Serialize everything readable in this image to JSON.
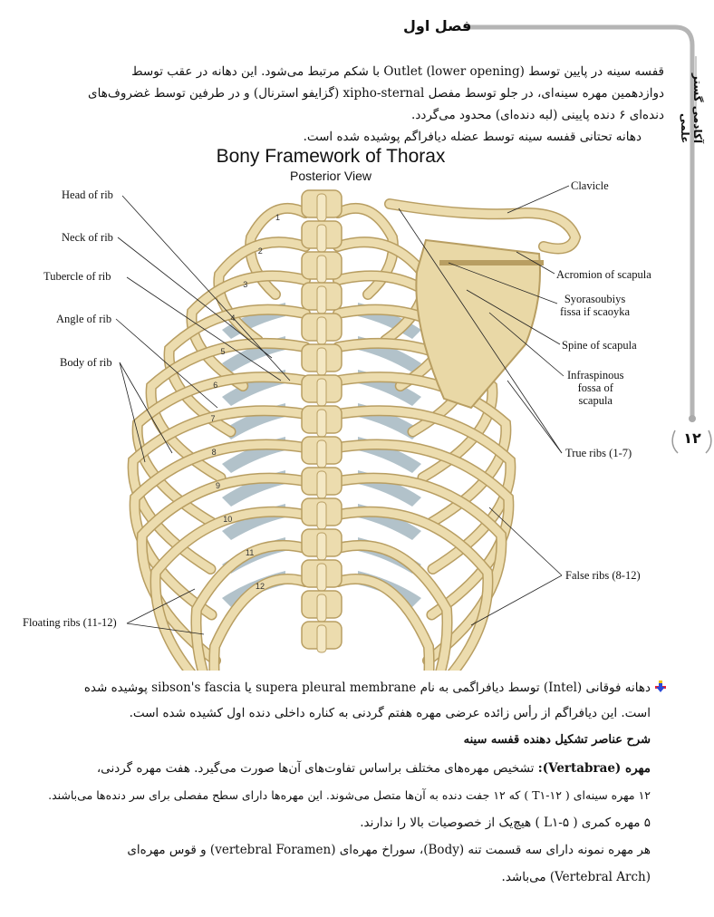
{
  "header": {
    "chapter_title": "فصل اول",
    "side_title": "آکادمی گستر علمی",
    "page_number": "۱۲"
  },
  "intro": {
    "lines": [
      "قفسه سینه در پایین توسط Outlet (lower opening) با شکم مرتبط می‌شود. این دهانه در عقب توسط",
      "دوازدهمین مهره سینه‌ای، در جلو توسط مفصل xipho-sternal (گزایفو استرنال) و در طرفین توسط غضروف‌های",
      "دنده‌ای ۶ دنده پایینی (لبه دنده‌ای) محدود می‌گردد.",
      "دهانه تحتانی قفسه سینه توسط عضله دیافراگم پوشیده شده است."
    ]
  },
  "figure": {
    "title": "Bony Framework of Thorax",
    "subtitle": "Posterior View",
    "left_labels": [
      "Head of rib",
      "Neck of rib",
      "Tubercle of rib",
      "Angle of rib",
      "Body of rib",
      "Floating ribs (11-12)"
    ],
    "right_labels": [
      "Clavicle",
      "Acromion of scapula",
      "Syorasoubiys\nfissa if scaoyka",
      "Spine of scapula",
      "Infraspinous\nfossa of\nscapula",
      "True ribs (1-7)",
      "False ribs (8-12)"
    ],
    "rib_numbers": [
      "1",
      "2",
      "3",
      "4",
      "5",
      "6",
      "7",
      "8",
      "9",
      "10",
      "11",
      "12"
    ],
    "colors": {
      "bone": "#ecdcae",
      "bone_edge": "#b89e62",
      "cartilage": "#9fb3bd"
    }
  },
  "body": {
    "bullet_icon": "arrow-down-bullet-icon",
    "bullet_lines": [
      "دهانه فوقانی (Intel) توسط دیافراگمی به نام supera pleural membrane یا sibson's fascia پوشیده شده",
      "است. این دیافراگم از رأس زائده عرضی مهره هفتم گردنی به کناره داخلی دنده اول کشیده شده است."
    ],
    "section_heading": "شرح عناصر تشکیل دهنده قفسه سینه",
    "vert_term": "مهره (Vertabrae):",
    "vert_line1": "تشخیص مهره‌های مختلف براساس تفاوت‌های آن‌ها صورت می‌گیرد. هفت مهره گردنی،",
    "vert_line2": "۱۲ مهره سینه‌ای ( T۱-۱۲ ) که ۱۲ جفت دنده به آن‌ها متصل می‌شوند. این مهره‌ها دارای سطح مفصلی برای سر دنده‌ها می‌باشند.",
    "vert_line3": "۵ مهره کمری ( L۱-۵ ) هیچ‌یک از خصوصیات بالا را ندارند.",
    "vert_line4": "هر مهره نمونه دارای سه قسمت تنه (Body)، سوراخ مهره‌ای (vertebral Foramen) و قوس مهره‌ای",
    "vert_line5": "(Vertebral Arch) می‌باشد."
  }
}
